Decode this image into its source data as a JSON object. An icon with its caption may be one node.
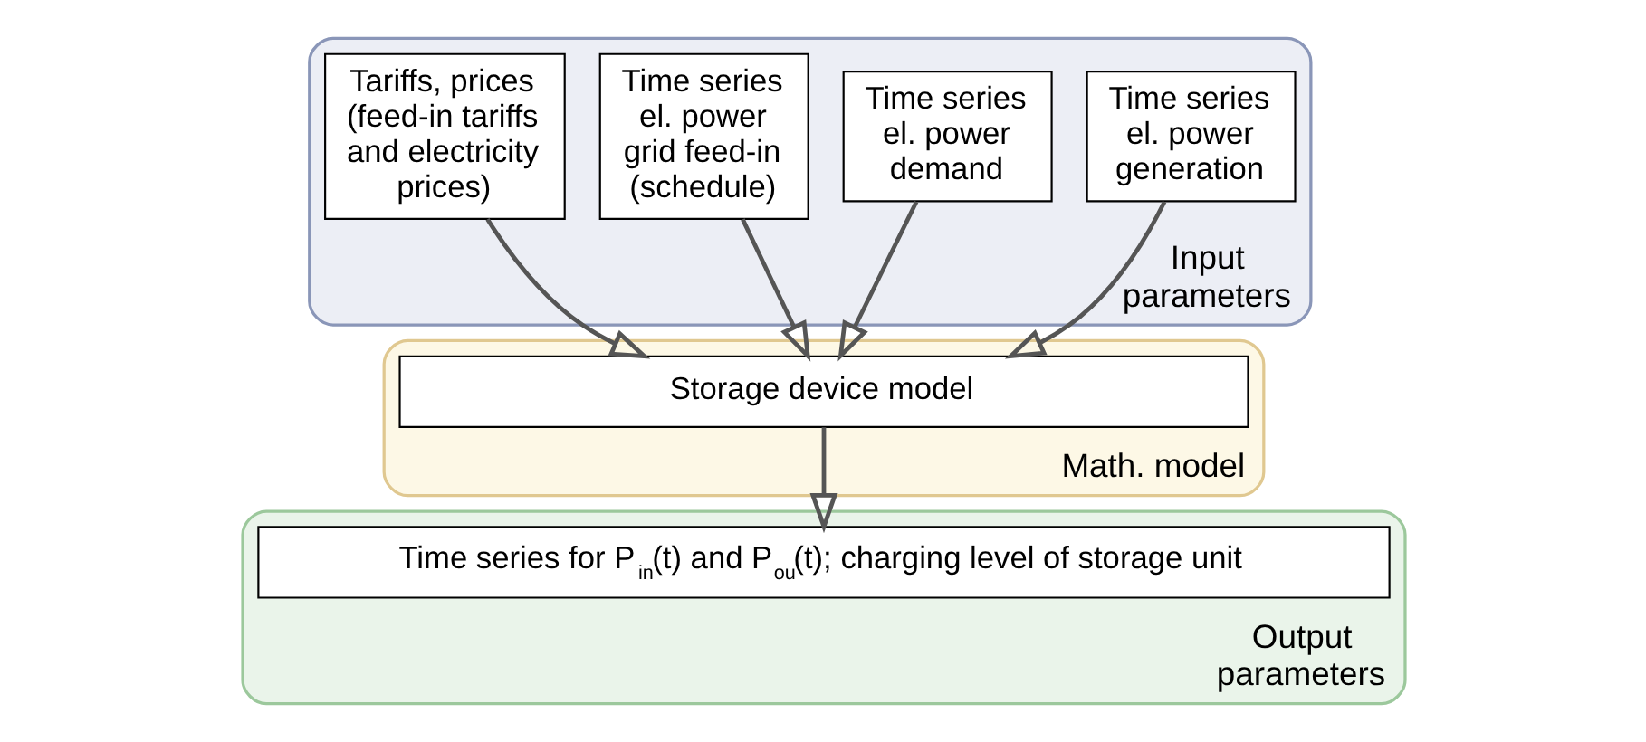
{
  "diagram": {
    "nodes": [
      {
        "text": [
          "Input parameters"
        ]
      },
      {
        "text": [
          "Time series el. power generation"
        ],
        "in": 0
      },
      {
        "text": [
          "Time series el. power demand"
        ],
        "in": 0
      },
      {
        "text": [
          "Time series el. power grid feed-in (schedule)"
        ],
        "in": 0
      },
      {
        "text": [
          "Tariffs, prices (feed-in tariffs and electricity prices)"
        ],
        "in": 0
      },
      {
        "text": [
          "Math. model"
        ]
      },
      {
        "text": [
          "Storage device model"
        ],
        "in": 5
      },
      {
        "text": [
          "Output parameters"
        ]
      },
      {
        "text": [
          "Time series for P$_{in}$(t) and P$_{ou}$(t); charging level of storage unit"
        ],
        "in": 7
      }
    ],
    "edges": [
      {
        "from": 1,
        "to": 6,
        "arrow": "to"
      },
      {
        "from": 2,
        "to": 6,
        "arrow": "to"
      },
      {
        "from": 3,
        "to": 6,
        "arrow": "to"
      },
      {
        "from": 4,
        "to": 6,
        "arrow": "to"
      },
      {
        "from": 6,
        "to": 8,
        "arrow": "to"
      }
    ]
  }
}
